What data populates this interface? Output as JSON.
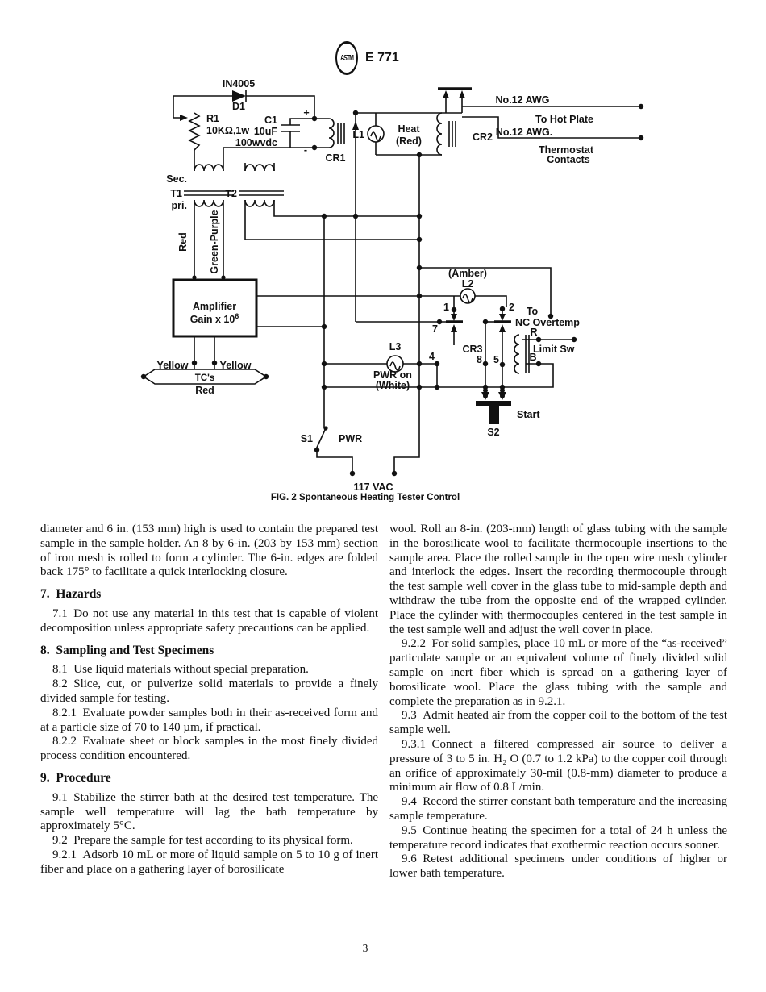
{
  "header": {
    "logo_text": "ASTM",
    "designation": "E 771"
  },
  "figure": {
    "caption": "FIG. 2 Spontaneous Heating Tester Control",
    "labels": {
      "in4005": "IN4005",
      "d1": "D1",
      "r1": "R1",
      "r1_value": "10KΩ,1w",
      "c1": "C1",
      "c1_uf": "10uF",
      "c1_wvdc": "100wvdc",
      "plus": "+",
      "minus": "-",
      "cr1": "CR1",
      "sec": "Sec.",
      "t1": "T1",
      "pri": "pri.",
      "t2": "T2",
      "red": "Red",
      "green_purple": "Green-Purple",
      "amp_line1": "Amplifier",
      "amp_line2": "Gain x 10",
      "amp_sup": "6",
      "yellow_left": "Yellow",
      "yellow_right": "Yellow",
      "tcs": "TC's",
      "tcs_red": "Red",
      "l1": "L1",
      "heat": "Heat",
      "heat_red": "(Red)",
      "cr2": "CR2",
      "awg_top": "No.12 AWG",
      "to_hot_plate": "To Hot Plate",
      "awg_bottom": "No.12 AWG.",
      "thermostat": "Thermostat",
      "contacts": "Contacts",
      "amber": "(Amber)",
      "l2": "L2",
      "pin1": "1",
      "pin2": "2",
      "pin7": "7",
      "pin4": "4",
      "pin8": "8",
      "pin5": "5",
      "cr3": "CR3",
      "to": "To",
      "nc_overtemp": "NC Overtemp",
      "r_lead": "R",
      "limit_sw": "Limit Sw",
      "b_lead": "B",
      "l3": "L3",
      "pwr_on": "PWR on",
      "pwr_white": "(White)",
      "start": "Start",
      "s2": "S2",
      "s1": "S1",
      "pwr": "PWR",
      "vac": "117 VAC"
    }
  },
  "columns": {
    "left": [
      {
        "type": "p",
        "text": "diameter and 6 in. (153 mm) high is used to contain the prepared test sample in the sample holder. An 8 by 6-in. (203 by 153 mm) section of iron mesh is rolled to form a cylinder. The 6-in. edges are folded back 175° to facilitate a quick interlocking closure."
      },
      {
        "type": "h",
        "text": "7. Hazards"
      },
      {
        "type": "p",
        "text": "7.1 Do not use any material in this test that is capable of violent decomposition unless appropriate safety precautions can be applied."
      },
      {
        "type": "h",
        "text": "8. Sampling and Test Specimens"
      },
      {
        "type": "p",
        "text": "8.1 Use liquid materials without special preparation."
      },
      {
        "type": "p",
        "text": "8.2 Slice, cut, or pulverize solid materials to provide a finely divided sample for testing."
      },
      {
        "type": "p",
        "text": "8.2.1 Evaluate powder samples both in their as-received form and at a particle size of 70 to 140 µm, if practical."
      },
      {
        "type": "p",
        "text": "8.2.2 Evaluate sheet or block samples in the most finely divided process condition encountered."
      },
      {
        "type": "h",
        "text": "9. Procedure"
      },
      {
        "type": "p",
        "text": "9.1 Stabilize the stirrer bath at the desired test temperature. The sample well temperature will lag the bath temperature by approximately 5°C."
      },
      {
        "type": "p",
        "text": "9.2 Prepare the sample for test according to its physical form."
      },
      {
        "type": "p",
        "text": "9.2.1 Adsorb 10 mL or more of liquid sample on 5 to 10 g of inert fiber and place on a gathering layer of borosilicate"
      }
    ],
    "right": [
      {
        "type": "p",
        "text": "wool. Roll an 8-in. (203-mm) length of glass tubing with the sample in the borosilicate wool to facilitate thermocouple insertions to the sample area. Place the rolled sample in the open wire mesh cylinder and interlock the edges. Insert the recording thermocouple through the test sample well cover in the glass tube to mid-sample depth and withdraw the tube from the opposite end of the wrapped cylinder. Place the cylinder with thermocouples centered in the test sample in the test sample well and adjust the well cover in place."
      },
      {
        "type": "p",
        "text": "9.2.2 For solid samples, place 10 mL or more of the “as-received” particulate sample or an equivalent volume of finely divided solid sample on inert fiber which is spread on a gathering layer of borosilicate wool. Place the glass tubing with the sample and complete the preparation as in 9.2.1."
      },
      {
        "type": "p",
        "text": "9.3 Admit heated air from the copper coil to the bottom of the test sample well."
      },
      {
        "type": "p",
        "text": "9.3.1 Connect a filtered compressed air source to deliver a pressure of 3 to 5 in. H₂ O (0.7 to 1.2 kPa) to the copper coil through an orifice of approximately 30-mil (0.8-mm) diameter to produce a minimum air flow of 0.8 L/min."
      },
      {
        "type": "p",
        "text": "9.4 Record the stirrer constant bath temperature and the increasing sample temperature."
      },
      {
        "type": "p",
        "text": "9.5 Continue heating the specimen for a total of 24 h unless the temperature record indicates that exothermic reaction occurs sooner."
      },
      {
        "type": "p",
        "text": "9.6 Retest additional specimens under conditions of higher or lower bath temperature."
      }
    ]
  },
  "page": {
    "number": "3"
  }
}
